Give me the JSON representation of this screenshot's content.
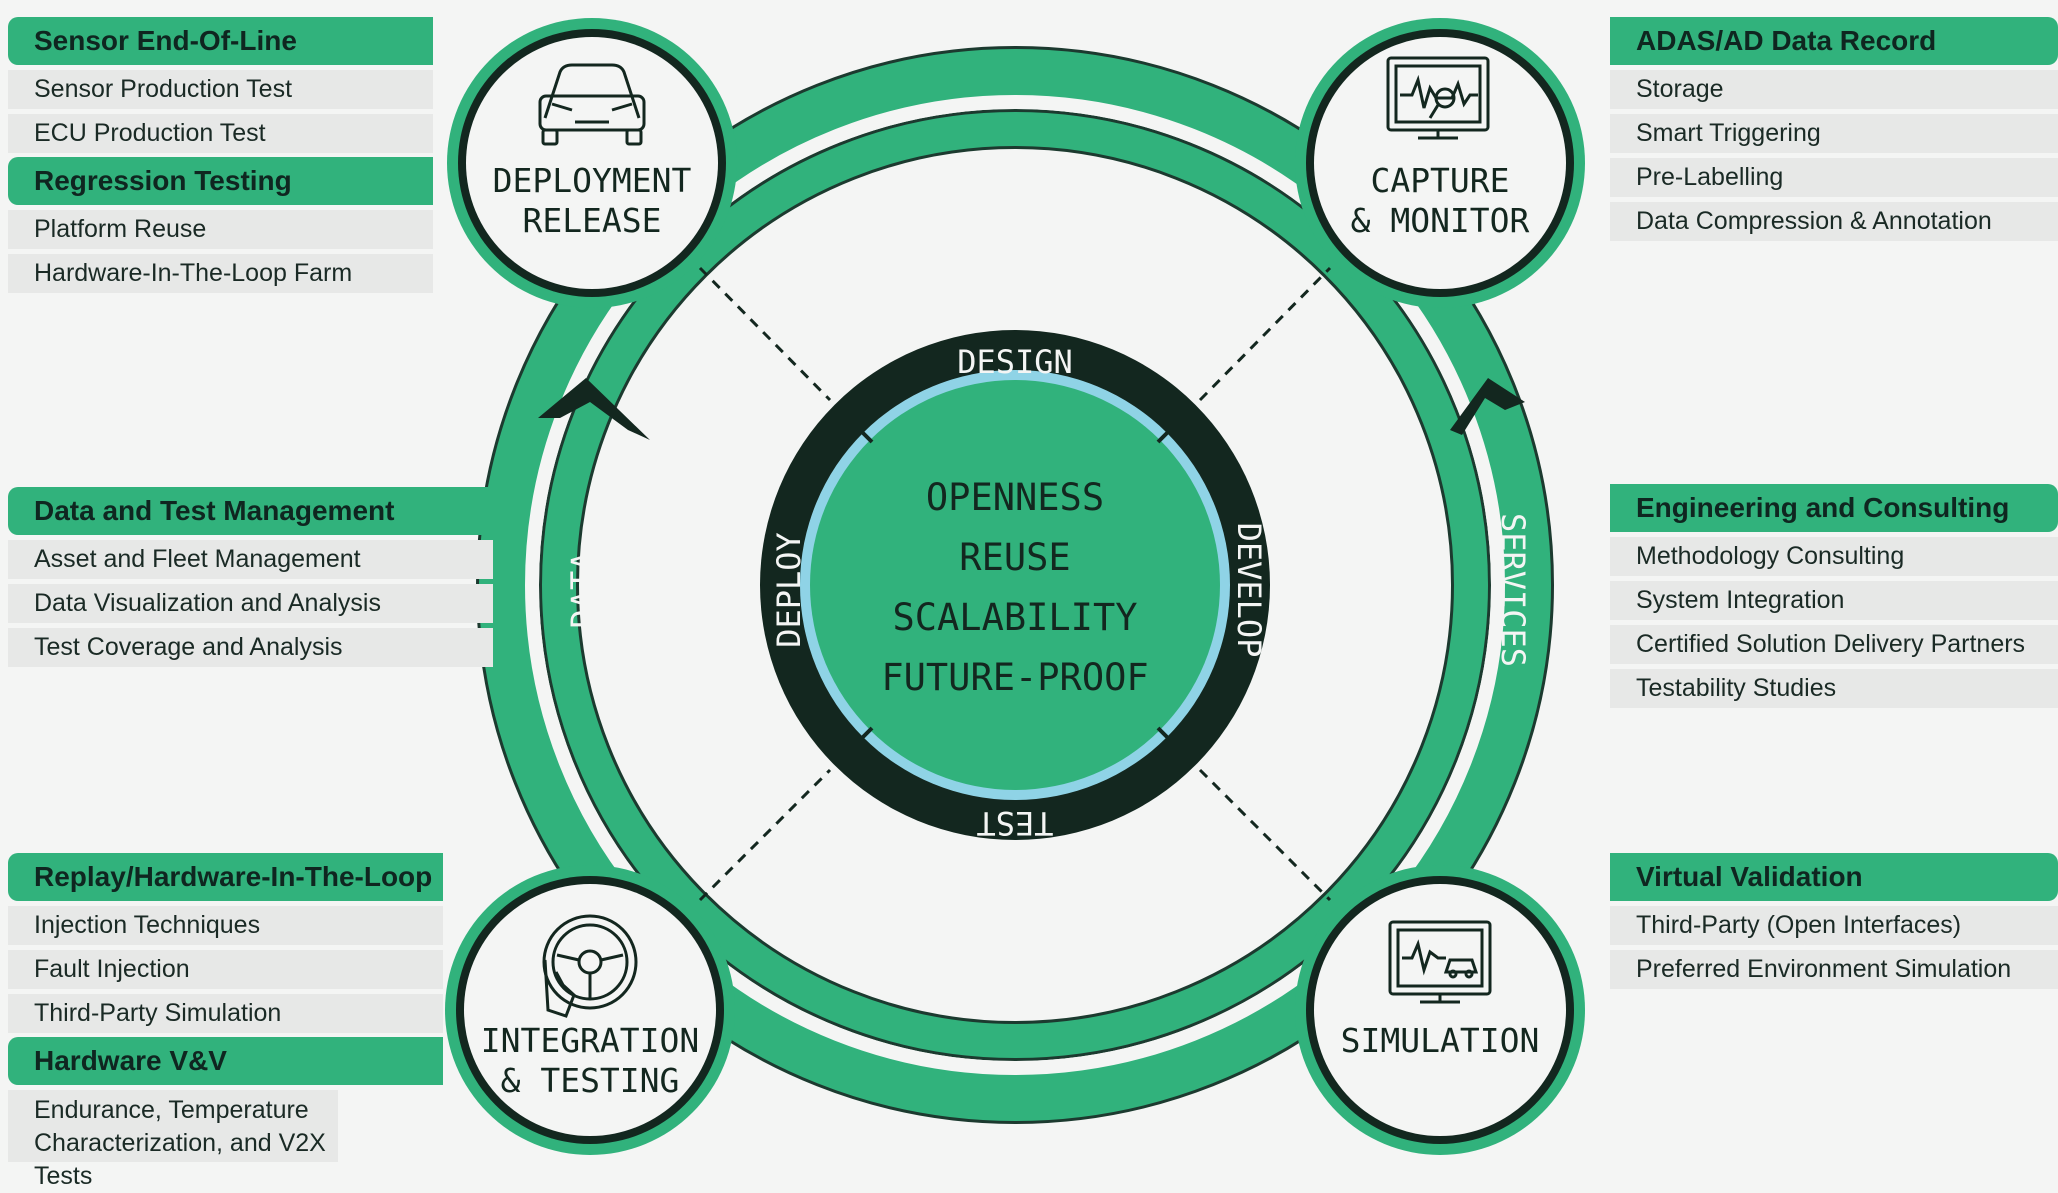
{
  "panels": {
    "deployment": [
      {
        "title": "Sensor End-Of-Line",
        "items": [
          "Sensor Production Test",
          "ECU Production Test"
        ]
      },
      {
        "title": "Regression Testing",
        "items": [
          "Platform Reuse",
          "Hardware-In-The-Loop Farm"
        ]
      }
    ],
    "capture": [
      {
        "title": "ADAS/AD Data Record",
        "items": [
          "Storage",
          "Smart Triggering",
          "Pre-Labelling",
          "Data Compression & Annotation"
        ]
      }
    ],
    "data_mgmt": [
      {
        "title": "Data and Test Management",
        "items": [
          "Asset and Fleet Management",
          "Data Visualization and Analysis",
          "Test Coverage and Analysis"
        ]
      }
    ],
    "services": [
      {
        "title": "Engineering and Consulting",
        "items": [
          "Methodology Consulting",
          "System Integration",
          "Certified Solution Delivery Partners",
          "Testability Studies"
        ]
      }
    ],
    "integration": [
      {
        "title": "Replay/Hardware-In-The-Loop",
        "items": [
          "Injection Techniques",
          "Fault Injection",
          "Third-Party Simulation"
        ]
      },
      {
        "title": "Hardware V&V",
        "items": [
          "Endurance, Temperature Characterization, and V2X Tests"
        ]
      }
    ],
    "simulation": [
      {
        "title": "Virtual Validation",
        "items": [
          "Third-Party (Open Interfaces)",
          "Preferred Environment Simulation"
        ]
      }
    ]
  },
  "nodes": {
    "deployment": [
      "DEPLOYMENT",
      "RELEASE"
    ],
    "capture": [
      "CAPTURE",
      "& MONITOR"
    ],
    "integration": [
      "INTEGRATION",
      "& TESTING"
    ],
    "simulation": [
      "SIMULATION"
    ]
  },
  "cycle": {
    "top": "DESIGN",
    "right": "DEVELOP",
    "bottom": "TEST",
    "left": "DEPLOY"
  },
  "core": [
    "OPENNESS",
    "REUSE",
    "SCALABILITY",
    "FUTURE-PROOF"
  ],
  "ring_labels": {
    "left": "DATA",
    "right": "SERVICES"
  },
  "colors": {
    "green": "#31b27c",
    "dark": "#13271f",
    "light_blue": "#8fd3e6",
    "panel_bg": "#e7e8e7"
  }
}
